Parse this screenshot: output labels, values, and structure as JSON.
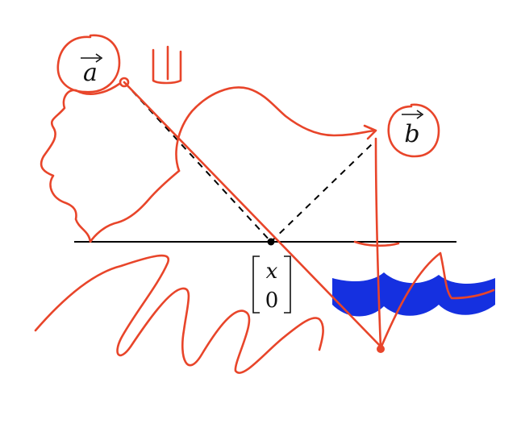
{
  "labels": {
    "vector_a": "a",
    "vector_b": "b",
    "point_top": "x",
    "point_bottom": "0"
  },
  "colors": {
    "ink": "#e8452a",
    "water": "#1530e0",
    "line": "#000000"
  }
}
